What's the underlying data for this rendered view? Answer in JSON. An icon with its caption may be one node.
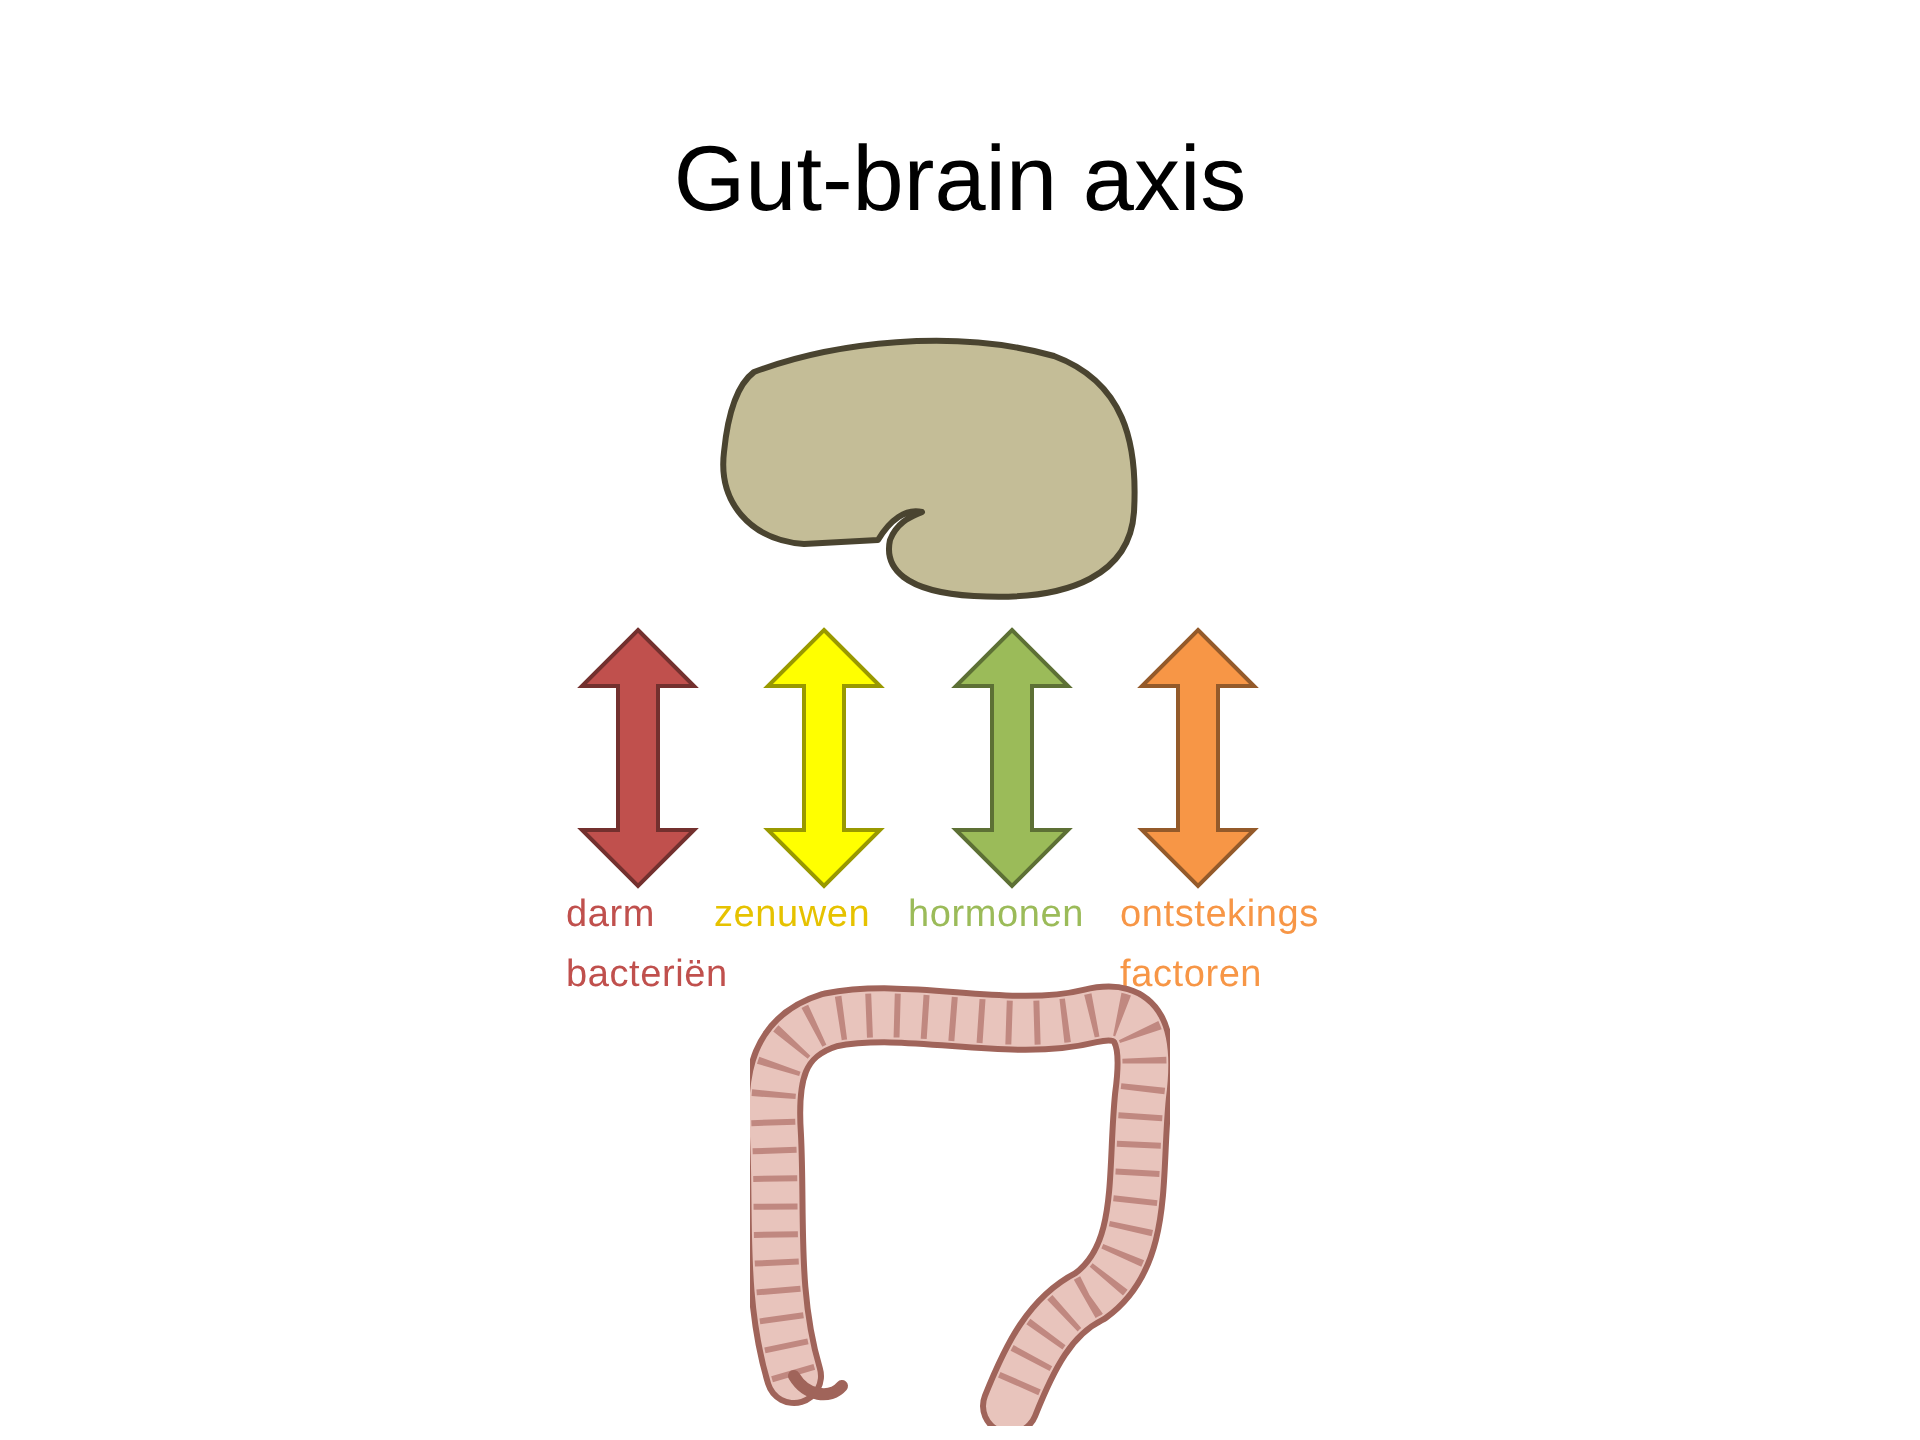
{
  "diagram": {
    "title": "Gut-brain axis",
    "nodes": [
      {
        "text": [],
        "shape": "brain"
      },
      {
        "text": [
          "darm bacteriën"
        ]
      },
      {
        "text": [
          "zenuwen"
        ]
      },
      {
        "text": [
          "hormonen"
        ]
      },
      {
        "text": [
          "ontstekings factoren"
        ]
      },
      {
        "text": [],
        "shape": "picture"
      }
    ],
    "edges": [
      {
        "from": 0,
        "to": 1,
        "arrow": "both",
        "style": "thick",
        "color": "#c0504d"
      },
      {
        "from": 0,
        "to": 2,
        "arrow": "both",
        "style": "thick",
        "color": "#ffff00"
      },
      {
        "from": 0,
        "to": 3,
        "arrow": "both",
        "style": "thick",
        "color": "#9bbb59"
      },
      {
        "from": 0,
        "to": 4,
        "arrow": "both",
        "style": "thick",
        "color": "#f79646"
      }
    ]
  }
}
